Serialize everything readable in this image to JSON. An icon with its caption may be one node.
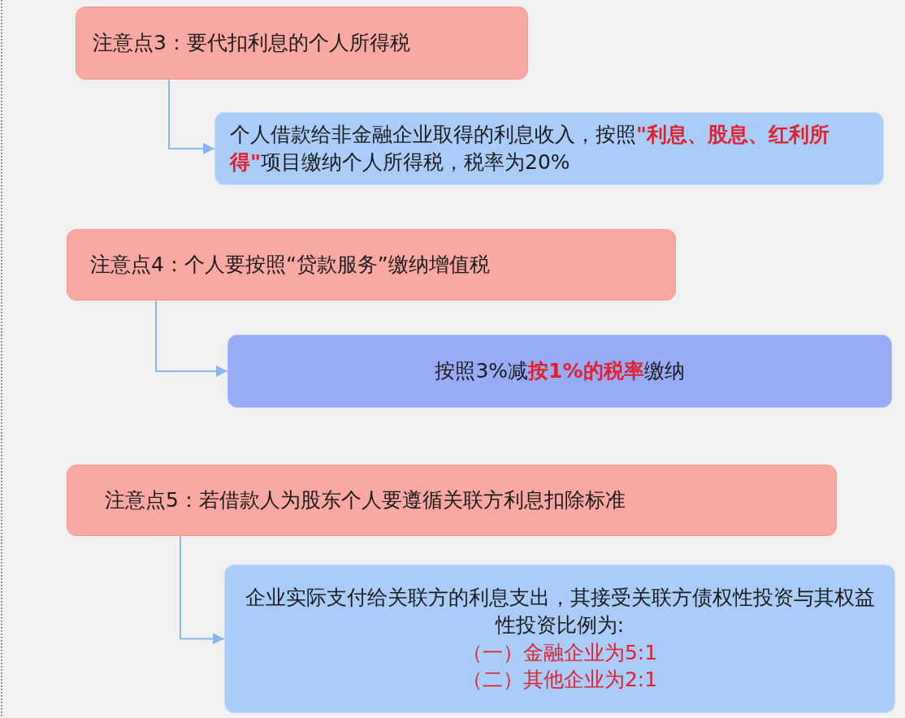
{
  "diagram": {
    "nodes": [
      {
        "text": [
          "注意点3：要代扣利息的个人所得税"
        ]
      },
      {
        "text": [
          "个人借款给非金融企业取得的利息收入，按照**\"利息、股息、红利所得\"**项目缴纳个人所得税，税率为20%"
        ]
      },
      {
        "text": [
          "注意点4：个人要按照“贷款服务”缴纳增值税"
        ]
      },
      {
        "text": [
          "按照3%减**按1%的税率**缴纳"
        ]
      },
      {
        "text": [
          "注意点5：若借款人为股东个人要遵循关联方利息扣除标准"
        ]
      },
      {
        "text": [
          "企业实际支付给关联方的利息支出，其接受关联方债权性投资与其权益性投资比例为:",
          "（一）金融企业为5:1",
          "（二）其他企业为2:1"
        ]
      }
    ],
    "edges": [
      {
        "from": 0,
        "to": 1,
        "arrow": "to"
      },
      {
        "from": 2,
        "to": 3,
        "arrow": "to"
      },
      {
        "from": 4,
        "to": 5,
        "arrow": "to"
      }
    ]
  }
}
